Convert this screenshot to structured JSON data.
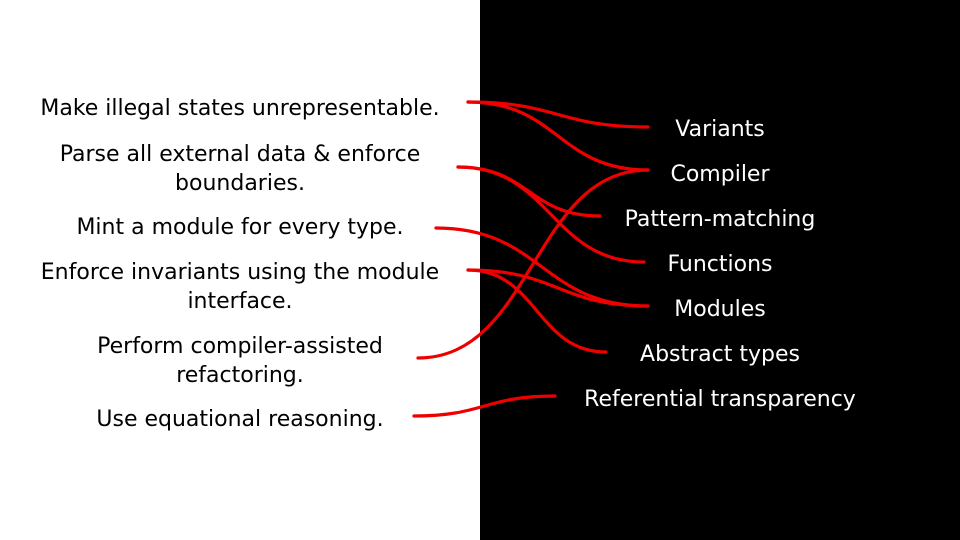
{
  "practices": [
    "Make illegal states unrepresentable.",
    "Parse all external data & enforce boundaries.",
    "Mint a module for every type.",
    "Enforce invariants using the module interface.",
    "Perform compiler-assisted refactoring.",
    "Use equational reasoning."
  ],
  "concepts": [
    "Variants",
    "Compiler",
    "Pattern-matching",
    "Functions",
    "Modules",
    "Abstract types",
    "Referential transparency"
  ],
  "colors": {
    "left_background": "#ffffff",
    "right_background": "#000000",
    "connector": "#ee0000"
  },
  "connections": [
    {
      "practice": 0,
      "concept": 0
    },
    {
      "practice": 0,
      "concept": 1
    },
    {
      "practice": 1,
      "concept": 2
    },
    {
      "practice": 1,
      "concept": 3
    },
    {
      "practice": 2,
      "concept": 4
    },
    {
      "practice": 3,
      "concept": 4
    },
    {
      "practice": 3,
      "concept": 5
    },
    {
      "practice": 4,
      "concept": 1
    },
    {
      "practice": 5,
      "concept": 6
    }
  ]
}
